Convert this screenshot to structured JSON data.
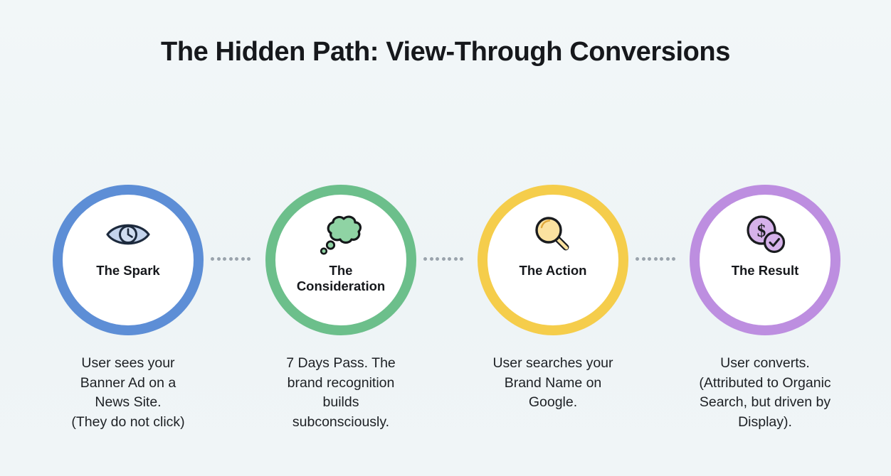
{
  "page": {
    "title": "The Hidden Path: View-Through Conversions",
    "background_color": "#f1f6f8",
    "text_color": "#16181c"
  },
  "connector": {
    "style": "dotted",
    "dot_color": "#9aa3ac",
    "dot_count": 7
  },
  "steps": [
    {
      "label": "The Spark",
      "icon": "eye-icon",
      "ring_color": "#5d8ed6",
      "icon_fill": "#c3d3ec",
      "icon_stroke": "#1d2a3d",
      "caption": "User sees your Banner Ad on a News Site. (They do not click)",
      "caption_lines": [
        "User sees your",
        "Banner Ad on a",
        "News Site.",
        "(They do not click)"
      ]
    },
    {
      "label": "The Consideration",
      "label_lines": [
        "The",
        "Consideration"
      ],
      "icon": "thought-cloud-icon",
      "ring_color": "#6cbf8b",
      "icon_fill": "#8fd3a4",
      "icon_stroke": "#15181a",
      "caption": "7 Days Pass. The brand recognition builds subconsciously.",
      "caption_lines": [
        "7 Days Pass. The",
        "brand recognition",
        "builds",
        "subconsciously."
      ]
    },
    {
      "label": "The Action",
      "icon": "magnifying-glass-icon",
      "ring_color": "#f5cd4b",
      "icon_fill": "#fbe2a0",
      "icon_stroke": "#1a1c1f",
      "caption": "User searches your Brand Name on Google.",
      "caption_lines": [
        "User searches your",
        "Brand Name on",
        "Google."
      ]
    },
    {
      "label": "The Result",
      "icon": "dollar-coin-check-icon",
      "ring_color": "#bd8ee0",
      "icon_fill": "#d6b2ea",
      "icon_stroke": "#1a1c1f",
      "caption": "User converts. (Attributed to Organic Search, but driven by Display).",
      "caption_lines": [
        "User converts.",
        "(Attributed to Organic",
        "Search, but driven by",
        "Display)."
      ]
    }
  ]
}
